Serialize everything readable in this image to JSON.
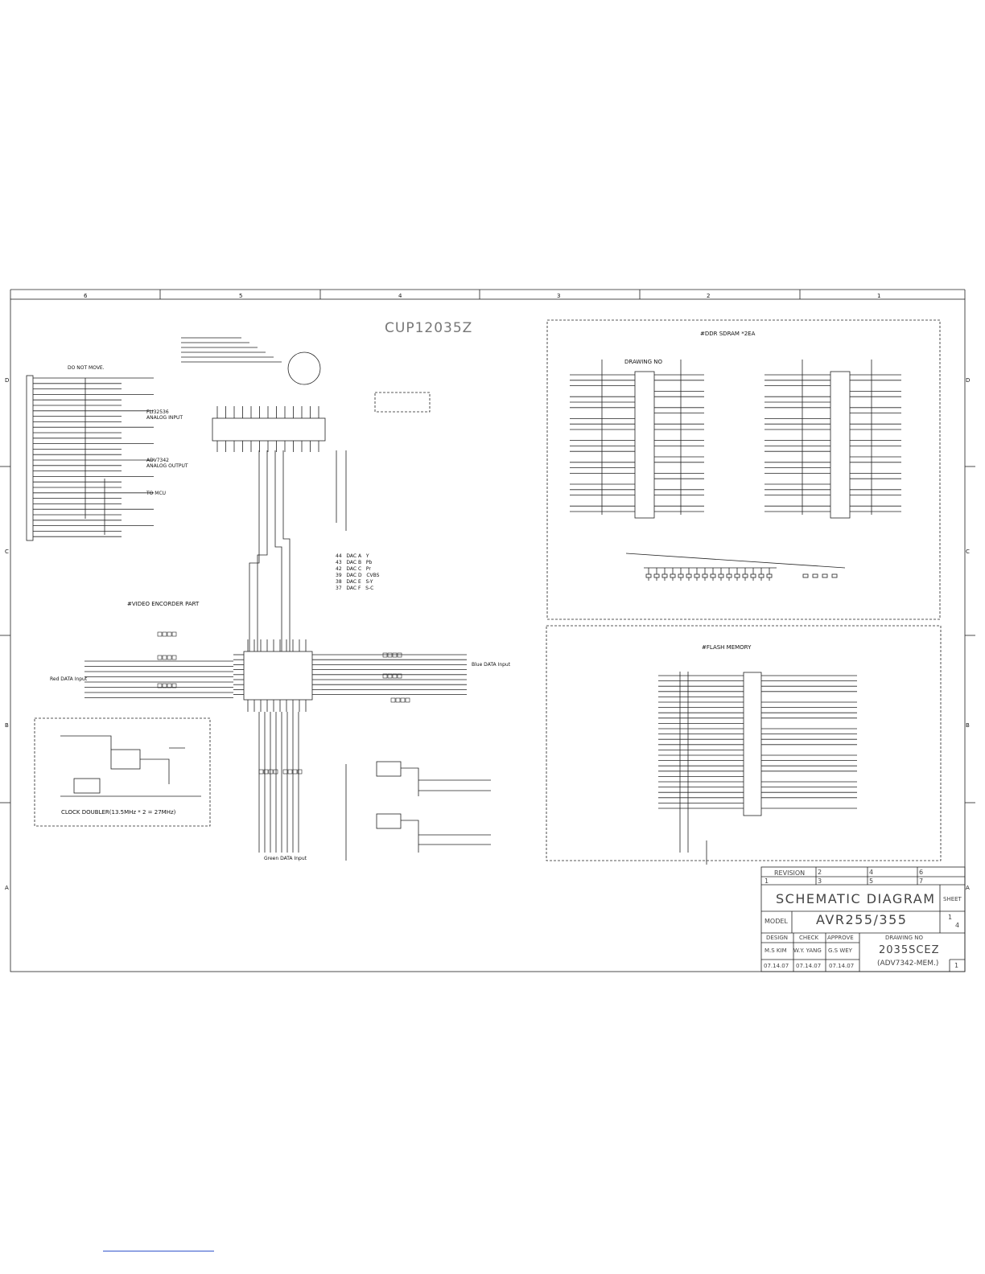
{
  "zones_top": [
    "6",
    "5",
    "4",
    "3",
    "2",
    "1"
  ],
  "zones_side": [
    "D",
    "C",
    "B",
    "A"
  ],
  "doc_number": "CUP12035Z",
  "sections": {
    "ddr": "#DDR SDRAM *2EA",
    "drawing_no": "DRAWING NO",
    "flash": "#FLASH MEMORY",
    "video": "#VIDEO ENCORDER PART",
    "clock": "CLOCK DOUBLER(13.5MHz * 2 = 27MHz)"
  },
  "connector": {
    "do_not_move": "DO NOT MOVE.",
    "analog_input": [
      "FLI32536",
      "ANALOG INPUT"
    ],
    "analog_output": [
      "ADV7342",
      "ANALOG OUTPUT"
    ],
    "to_mcu": "TO MCU"
  },
  "dac_table": [
    {
      "pin": "44",
      "name": "DAC A",
      "sig": "Y"
    },
    {
      "pin": "43",
      "name": "DAC B",
      "sig": "Pb"
    },
    {
      "pin": "42",
      "name": "DAC C",
      "sig": "Pr"
    },
    {
      "pin": "39",
      "name": "DAC D",
      "sig": "CVBS"
    },
    {
      "pin": "38",
      "name": "DAC E",
      "sig": "S-Y"
    },
    {
      "pin": "37",
      "name": "DAC F",
      "sig": "S-C"
    }
  ],
  "notes": {
    "blue_data": "Blue DATA Input",
    "red_data": "Red DATA Input",
    "green_data": "Green DATA Input"
  },
  "title_block": {
    "revision": "REVISION",
    "rev_cells": [
      "1",
      "2",
      "3",
      "4",
      "5",
      "6",
      "7"
    ],
    "title": "SCHEMATIC DIAGRAM",
    "sheet_label": "SHEET",
    "sheet_num": "1",
    "sheet_total": "4",
    "model_label": "MODEL",
    "model": "AVR255/355",
    "design_label": "DESIGN",
    "check_label": "CHECK",
    "approve_label": "APPROVE",
    "drawing_no_label": "DRAWING NO",
    "design_name": "M.S KIM",
    "check_name": "W.Y. YANG",
    "approve_name": "G.S WEY",
    "design_date": "07.14.07",
    "check_date": "07.14.07",
    "approve_date": "07.14.07",
    "drawing_no": "2035SCEZ",
    "drawing_sub": "(ADV7342-MEM.)",
    "page": "1"
  }
}
